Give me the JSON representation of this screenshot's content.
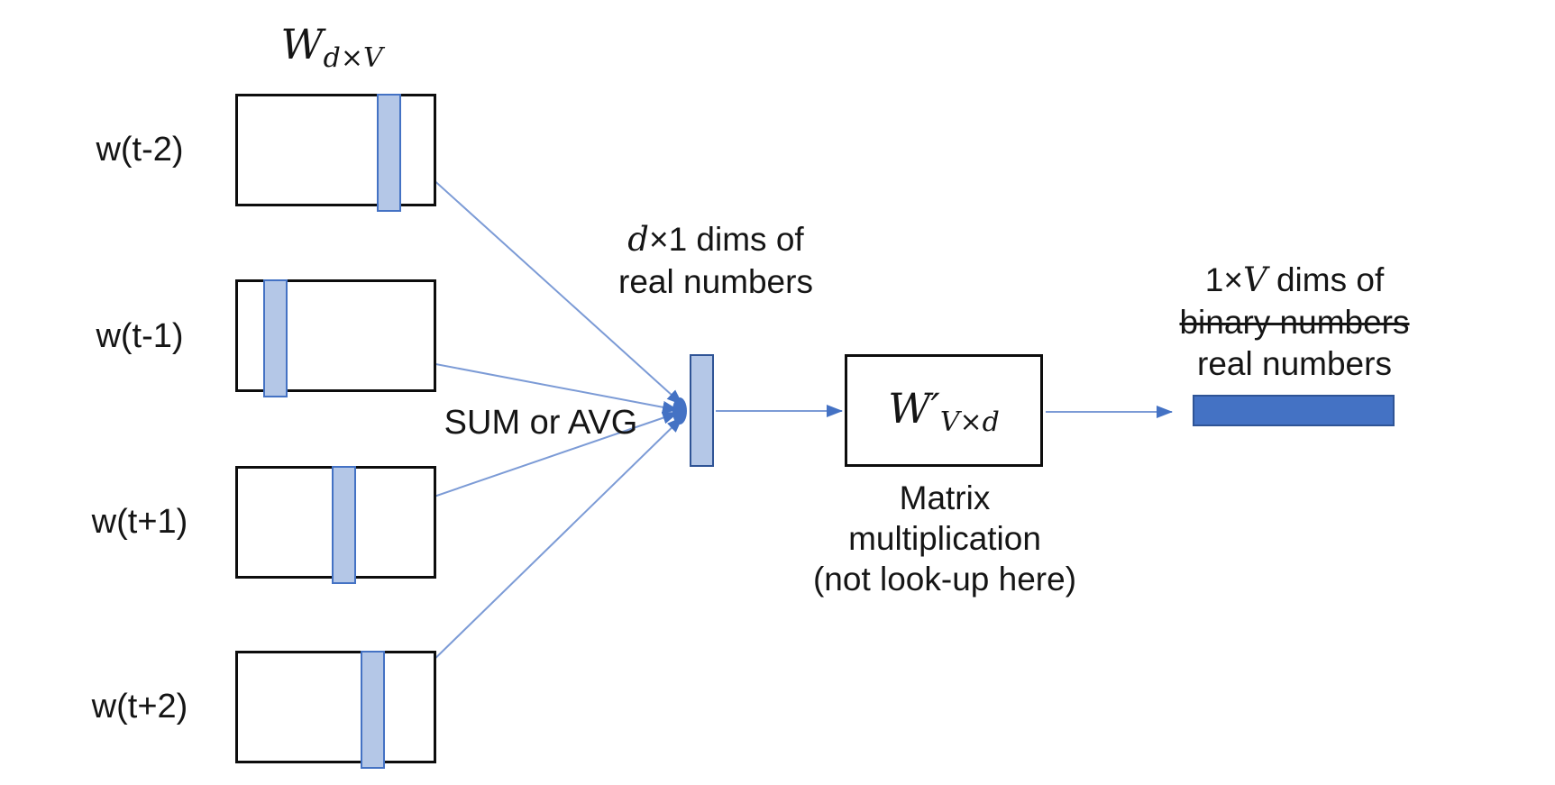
{
  "colors": {
    "stripe-fill": "#b4c7e7",
    "stripe-border": "#4472c4",
    "bar-fill": "#b4c7e7",
    "bar-border": "#2f5496",
    "line-color": "#7c9bd6",
    "arrow-color": "#4472c4",
    "output-fill": "#4472c4",
    "output-border": "#2f5496",
    "box-border": "#0d0d0d",
    "text-color": "#151515"
  },
  "embedding_matrix_label": {
    "base": "W",
    "sub": "d×V"
  },
  "inputs": [
    {
      "label": "w(t-2)"
    },
    {
      "label": "w(t-1)"
    },
    {
      "label": "w(t+1)"
    },
    {
      "label": "w(t+2)"
    }
  ],
  "sum_label": "SUM or AVG",
  "hidden_caption": {
    "math": "d",
    "rest": "×1 dims of",
    "line2": "real numbers"
  },
  "projection_matrix_label": {
    "base": "W′",
    "sub": "V×d"
  },
  "projection_caption": [
    "Matrix",
    "multiplication",
    "(not look-up here)"
  ],
  "output_caption": {
    "pre": "1×",
    "math": "V",
    "post": " dims of",
    "struck": "binary numbers",
    "line3": "real numbers"
  }
}
